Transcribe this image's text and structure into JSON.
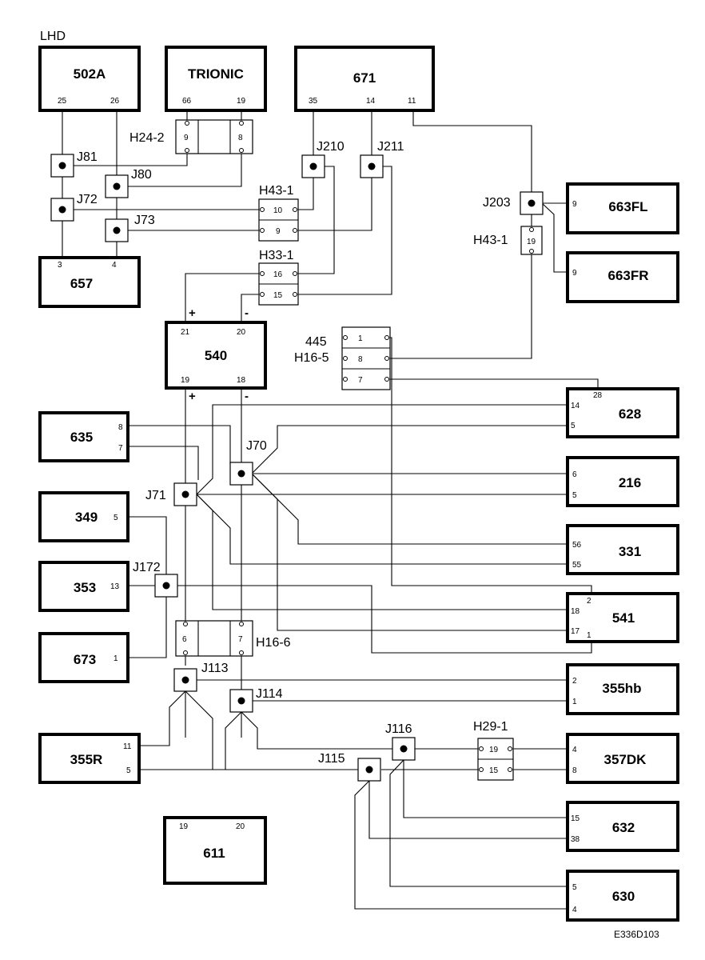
{
  "header": {
    "variant": "LHD"
  },
  "footer": {
    "drawing_code": "E336D103"
  },
  "components": {
    "c502A": {
      "name": "502A",
      "pins": [
        "25",
        "26"
      ]
    },
    "trionic": {
      "name": "TRIONIC",
      "pins": [
        "66",
        "19"
      ]
    },
    "c671": {
      "name": "671",
      "pins": [
        "35",
        "14",
        "11"
      ]
    },
    "c657": {
      "name": "657",
      "pins": [
        "3",
        "4"
      ]
    },
    "c663FL": {
      "name": "663FL",
      "pins": [
        "9"
      ]
    },
    "c663FR": {
      "name": "663FR",
      "pins": [
        "9"
      ]
    },
    "c540": {
      "name": "540",
      "pins": [
        "21",
        "20",
        "19",
        "18"
      ]
    },
    "c628": {
      "name": "628",
      "pins": [
        "28",
        "14",
        "5"
      ]
    },
    "c635": {
      "name": "635",
      "pins": [
        "8",
        "7"
      ]
    },
    "c216": {
      "name": "216",
      "pins": [
        "6",
        "5"
      ]
    },
    "c349": {
      "name": "349",
      "pins": [
        "5"
      ]
    },
    "c331": {
      "name": "331",
      "pins": [
        "56",
        "55"
      ]
    },
    "c353": {
      "name": "353",
      "pins": [
        "13"
      ]
    },
    "c541": {
      "name": "541",
      "pins": [
        "2",
        "18",
        "17",
        "1"
      ]
    },
    "c673": {
      "name": "673",
      "pins": [
        "1"
      ]
    },
    "c355hb": {
      "name": "355hb",
      "pins": [
        "2",
        "1"
      ]
    },
    "c355R": {
      "name": "355R",
      "pins": [
        "11",
        "5"
      ]
    },
    "c357DK": {
      "name": "357DK",
      "pins": [
        "4",
        "8"
      ]
    },
    "c632": {
      "name": "632",
      "pins": [
        "15",
        "38"
      ]
    },
    "c611": {
      "name": "611",
      "pins": [
        "19",
        "20"
      ]
    },
    "c630": {
      "name": "630",
      "pins": [
        "5",
        "4"
      ]
    }
  },
  "connectors": {
    "h24_2": {
      "name": "H24-2",
      "pins": [
        "9",
        "8"
      ]
    },
    "h43_1a": {
      "name": "H43-1",
      "pins": [
        "10",
        "9"
      ]
    },
    "h33_1": {
      "name": "H33-1",
      "pins": [
        "16",
        "15"
      ]
    },
    "h43_1b": {
      "name": "H43-1",
      "pins": [
        "19"
      ]
    },
    "h16_5": {
      "name": "H16-5",
      "prefix": "445",
      "pins": [
        "1",
        "8",
        "7"
      ]
    },
    "h16_6": {
      "name": "H16-6",
      "pins": [
        "6",
        "7"
      ]
    },
    "h29_1": {
      "name": "H29-1",
      "pins": [
        "19",
        "15"
      ]
    }
  },
  "junctions": {
    "j81": "J81",
    "j80": "J80",
    "j72": "J72",
    "j73": "J73",
    "j210": "J210",
    "j211": "J211",
    "j203": "J203",
    "j70": "J70",
    "j71": "J71",
    "j172": "J172",
    "j113": "J113",
    "j114": "J114",
    "j116": "J116",
    "j115": "J115"
  },
  "polarity": {
    "plus": "+",
    "minus": "-"
  }
}
